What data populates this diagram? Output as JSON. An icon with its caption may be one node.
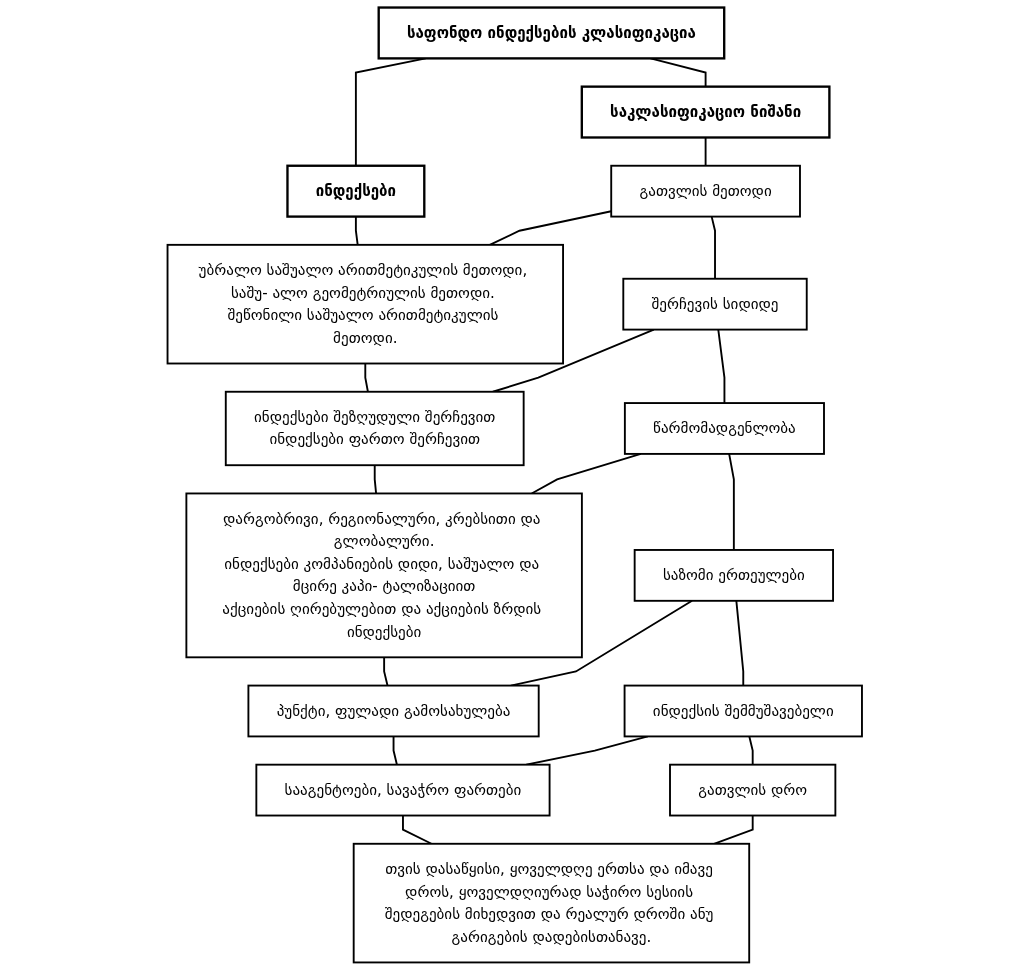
{
  "diagram": {
    "nodes": [
      {
        "text": [
          "საფონდო ინდექსების კლასიფიკაცია"
        ]
      },
      {
        "text": [
          "საკლასიფიკაციო ნიშანი"
        ]
      },
      {
        "text": [
          "ინდექსები"
        ]
      },
      {
        "text": [
          "გათვლის მეთოდი"
        ]
      },
      {
        "text": [
          "უბრალო საშუალო არითმეტიკულის მეთოდი, საშუ- ალო გეომეტრიულის მეთოდი. შეწონილი საშუალო არითმეტიკულის მეთოდი."
        ]
      },
      {
        "text": [
          "შერჩევის სიდიდე"
        ]
      },
      {
        "text": [
          "ინდექსები შეზღუდული შერჩევით",
          "ინდექსები ფართო შერჩევით"
        ]
      },
      {
        "text": [
          "წარმომადგენლობა"
        ]
      },
      {
        "text": [
          "დარგობრივი, რეგიონალური, კრებსითი და გლობალური.",
          "ინდექსები კომპანიების დიდი, საშუალო და მცირე კაპი- ტალიზაციით",
          "აქციების ღირებულებით და აქციების ზრდის ინდექსები"
        ]
      },
      {
        "text": [
          "საზომი ერთეულები"
        ]
      },
      {
        "text": [
          "პუნქტი, ფულადი გამოსახულება"
        ]
      },
      {
        "text": [
          "ინდექსის შემმუშავებელი"
        ]
      },
      {
        "text": [
          "სააგენტოები, სავაჭრო ფართები"
        ]
      },
      {
        "text": [
          "გათვლის დრო"
        ]
      },
      {
        "text": [
          "თვის დასაწყისი, ყოველდღე ერთსა და იმავე დროს, ყოველდღიურად საჭირო სესიის შედეგების მიხედვით და რეალურ დროში ანუ გარიგების დადებისთანავე."
        ]
      }
    ],
    "edges": [
      {
        "from": 0,
        "to": 1,
        "arrow": "none"
      },
      {
        "from": 0,
        "to": 2,
        "arrow": "none"
      },
      {
        "from": 1,
        "to": 3,
        "arrow": "none"
      },
      {
        "from": 2,
        "to": 4,
        "arrow": "none"
      },
      {
        "from": 3,
        "to": 4,
        "arrow": "none"
      },
      {
        "from": 3,
        "to": 5,
        "arrow": "none"
      },
      {
        "from": 4,
        "to": 6,
        "arrow": "none"
      },
      {
        "from": 5,
        "to": 6,
        "arrow": "none"
      },
      {
        "from": 5,
        "to": 7,
        "arrow": "none"
      },
      {
        "from": 6,
        "to": 8,
        "arrow": "none"
      },
      {
        "from": 7,
        "to": 8,
        "arrow": "none"
      },
      {
        "from": 7,
        "to": 9,
        "arrow": "none"
      },
      {
        "from": 8,
        "to": 10,
        "arrow": "none"
      },
      {
        "from": 9,
        "to": 10,
        "arrow": "none"
      },
      {
        "from": 9,
        "to": 11,
        "arrow": "none"
      },
      {
        "from": 10,
        "to": 12,
        "arrow": "none"
      },
      {
        "from": 11,
        "to": 12,
        "arrow": "none"
      },
      {
        "from": 11,
        "to": 13,
        "arrow": "none"
      },
      {
        "from": 12,
        "to": 14,
        "arrow": "none"
      },
      {
        "from": 13,
        "to": 14,
        "arrow": "none"
      }
    ]
  }
}
